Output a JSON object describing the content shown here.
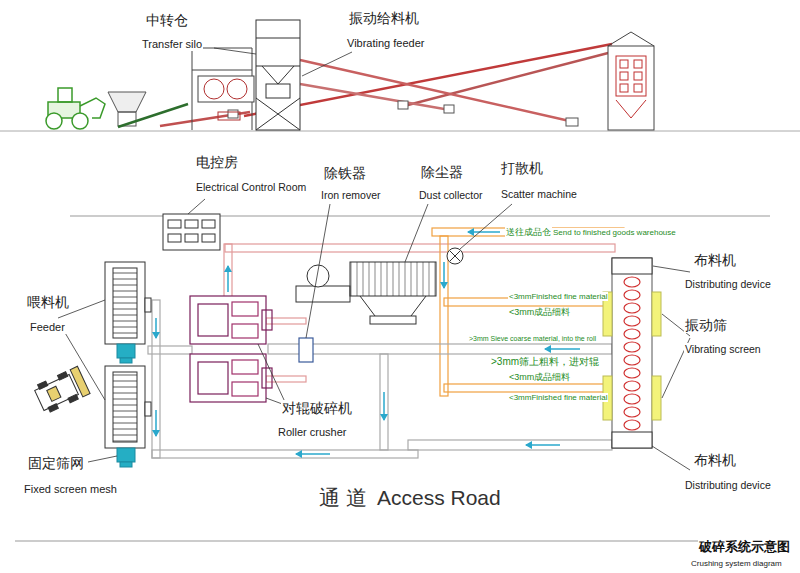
{
  "diagram": {
    "caption": "破碎系统示意图",
    "labels": [
      "中转仓",
      "Transfer silo",
      "振动给料机",
      "Vibrating feeder",
      "电控房",
      "Electrical Control Room",
      "除铁器",
      "Iron remover",
      "除尘器",
      "Dust collector",
      "打散机",
      "Scatter machine",
      "送往成品仓",
      "Send to finished goods warehouse",
      "布料机",
      "Distributing device",
      "<3mmFinished fine material",
      "<3mm成品细料",
      "喂料机",
      "Feeder",
      "振动筛",
      "Vibrating screen",
      ">3mm Sieve coarse material, into the roll",
      ">3mm筛上粗料，进对辊",
      "<3mm成品细料",
      "<3mmFinished fine material",
      "对辊破碎机",
      "Roller crusher",
      "固定筛网",
      "Fixed screen mesh",
      "布料机",
      "Distributing device",
      "通 道",
      "Access Road",
      "Crushing system diagram"
    ]
  }
}
